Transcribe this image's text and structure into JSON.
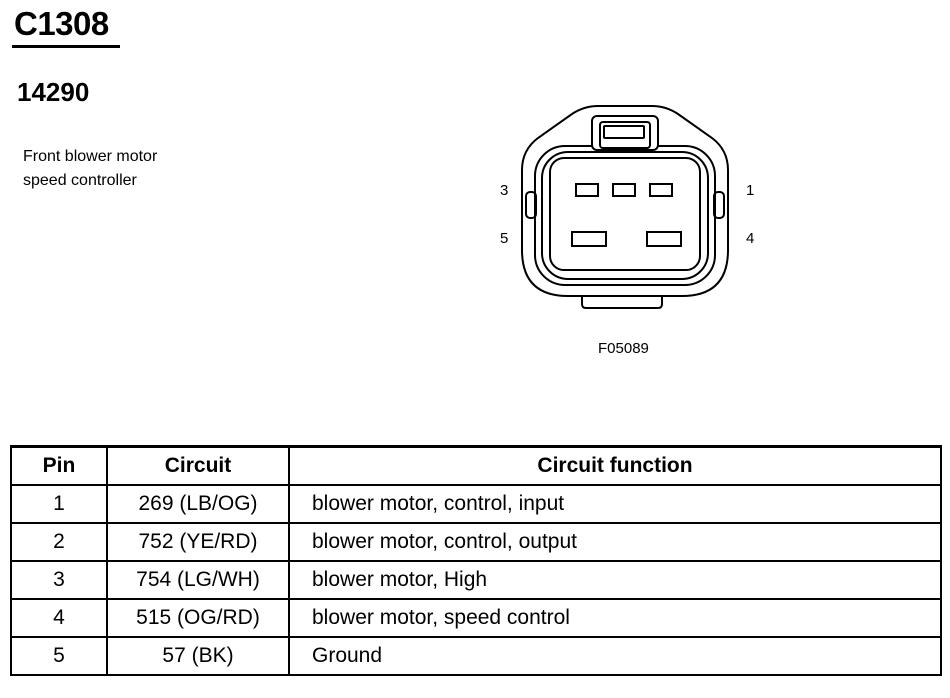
{
  "connector": {
    "id": "C1308",
    "part_number": "14290",
    "description": [
      "Front blower motor",
      "speed controller"
    ],
    "figure_code": "F05089"
  },
  "diagram": {
    "pin_labels": {
      "p1": "1",
      "p3": "3",
      "p4": "4",
      "p5": "5"
    }
  },
  "table": {
    "headers": [
      "Pin",
      "Circuit",
      "Circuit function"
    ],
    "rows": [
      {
        "pin": "1",
        "circuit": "269 (LB/OG)",
        "function": "blower motor, control, input"
      },
      {
        "pin": "2",
        "circuit": "752 (YE/RD)",
        "function": "blower motor, control, output"
      },
      {
        "pin": "3",
        "circuit": "754 (LG/WH)",
        "function": "blower motor, High"
      },
      {
        "pin": "4",
        "circuit": "515 (OG/RD)",
        "function": "blower motor, speed control"
      },
      {
        "pin": "5",
        "circuit": "57 (BK)",
        "function": "Ground"
      }
    ]
  }
}
